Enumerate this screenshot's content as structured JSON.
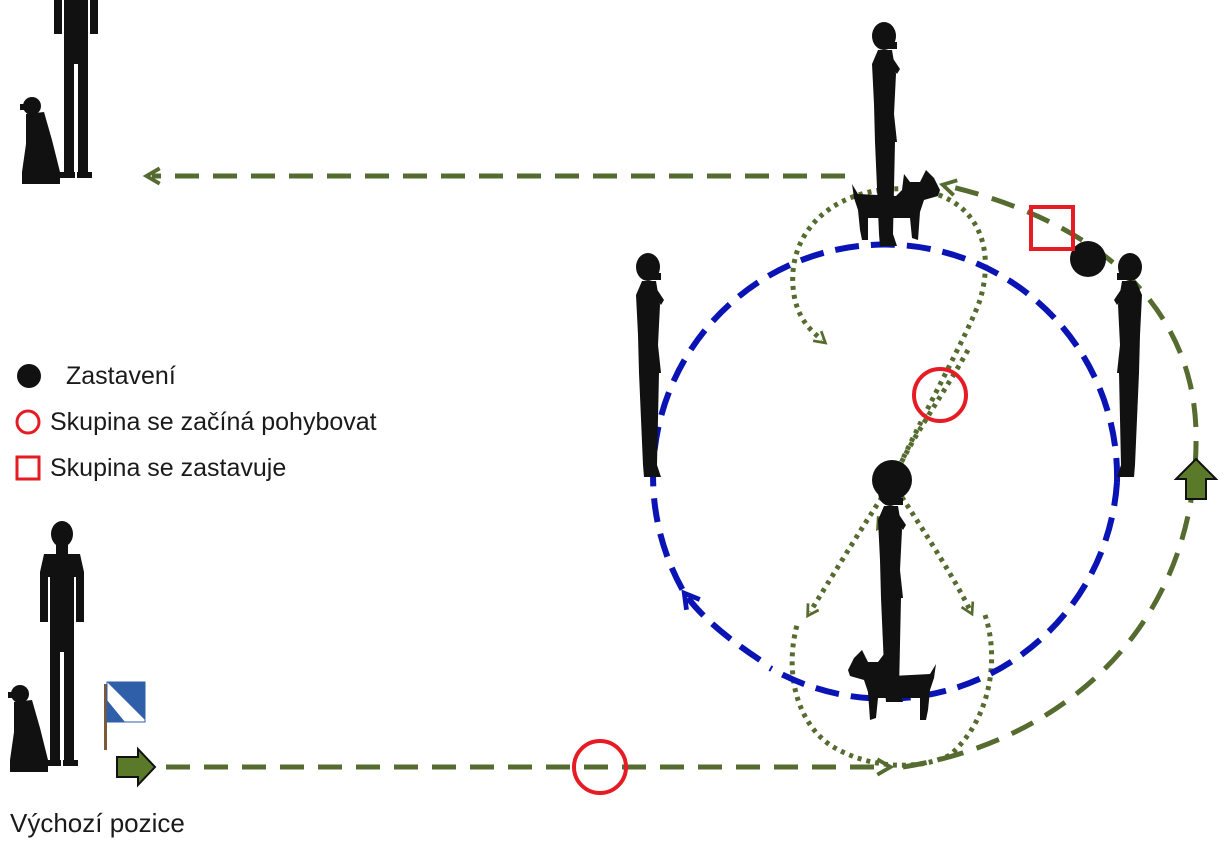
{
  "legend": {
    "stop": "Zastavení",
    "group_starts": "Skupina se začíná pohybovat",
    "group_stops": "Skupina se zastavuje"
  },
  "start_position_label": "Výchozí pozice",
  "colors": {
    "path_green": "#556b2f",
    "arrow_fill_green": "#5a7a2a",
    "circle_blue": "#0a14b4",
    "marker_red": "#e51c24",
    "silhouette": "#111111",
    "flag_blue": "#2f5fa8"
  },
  "icons": {
    "stop_marker": "black-dot-icon",
    "start_marker": "red-ring-icon",
    "halt_marker": "red-square-icon",
    "direction_arrow": "block-arrow-icon",
    "person": "person-silhouette-icon",
    "dog": "dog-silhouette-icon",
    "flag": "flag-icon"
  }
}
